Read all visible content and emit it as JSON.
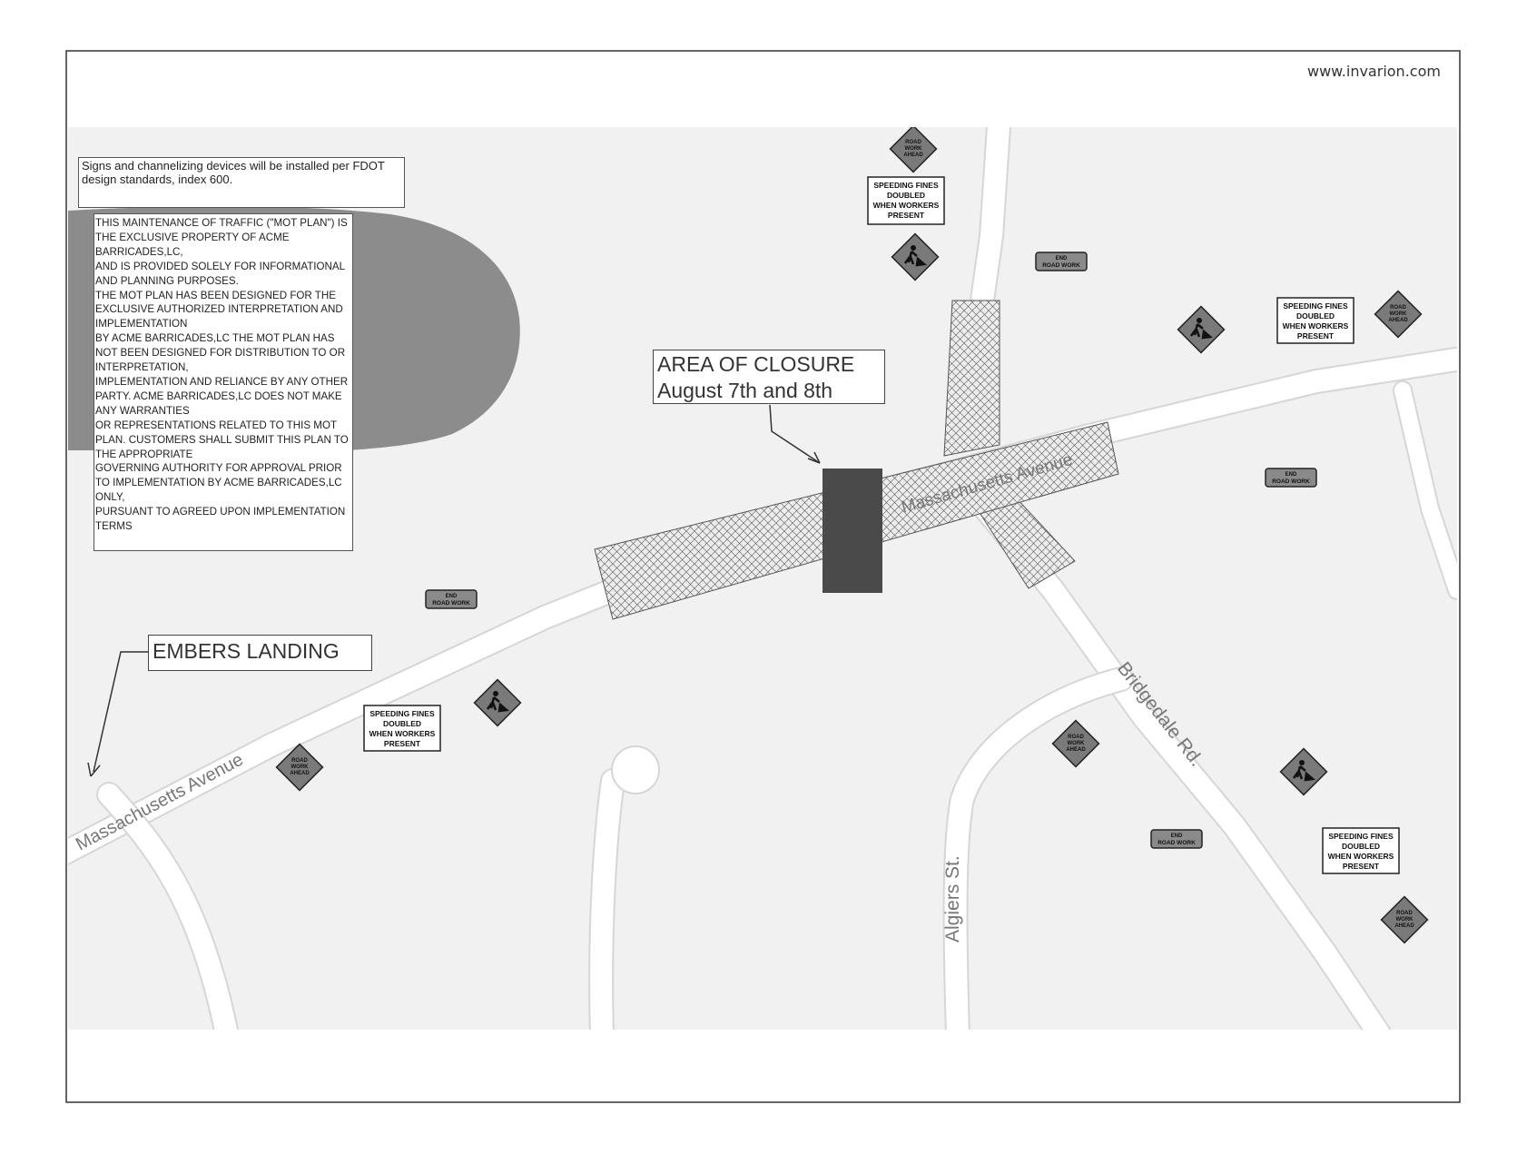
{
  "header": {
    "website": "www.invarion.com"
  },
  "notes": {
    "install_note": "Signs and channelizing devices will be installed per FDOT design standards, index 600.",
    "disclaimer_lines": [
      "THIS MAINTENANCE OF TRAFFIC (\"MOT PLAN\") IS",
      "THE EXCLUSIVE PROPERTY OF ACME",
      "BARRICADES,LC,",
      "AND IS PROVIDED SOLELY FOR INFORMATIONAL",
      "AND PLANNING PURPOSES.",
      "THE MOT PLAN HAS BEEN DESIGNED FOR THE",
      "EXCLUSIVE AUTHORIZED INTERPRETATION AND",
      "IMPLEMENTATION",
      "BY ACME BARRICADES,LC THE MOT PLAN HAS",
      "NOT BEEN DESIGNED FOR DISTRIBUTION TO OR",
      "INTERPRETATION,",
      "IMPLEMENTATION AND RELIANCE BY ANY OTHER",
      "PARTY. ACME BARRICADES,LC DOES NOT MAKE",
      "ANY WARRANTIES",
      "OR REPRESENTATIONS RELATED TO THIS MOT",
      "PLAN. CUSTOMERS SHALL SUBMIT THIS PLAN TO",
      "THE APPROPRIATE",
      "GOVERNING AUTHORITY FOR APPROVAL PRIOR",
      "TO IMPLEMENTATION BY ACME BARRICADES,LC",
      "ONLY,",
      "PURSUANT TO AGREED UPON IMPLEMENTATION",
      "TERMS"
    ]
  },
  "callouts": {
    "closure_title": "AREA OF CLOSURE",
    "closure_dates": "August 7th and 8th",
    "embers": "EMBERS LANDING"
  },
  "streets": {
    "massachusetts": "Massachusetts Avenue",
    "bridgedale": "Bridgedale Rd.",
    "algiers": "Algiers St."
  },
  "sign_texts": {
    "road_work_ahead": [
      "ROAD",
      "WORK",
      "AHEAD"
    ],
    "end_road_work": [
      "END",
      "ROAD WORK"
    ],
    "speeding_fines": [
      "SPEEDING FINES",
      "DOUBLED",
      "WHEN WORKERS",
      "PRESENT"
    ]
  },
  "colors": {
    "map_bg": "#f1f1f1",
    "road": "#ffffff",
    "water": "#8c8c8c",
    "closure_block": "#4a4a4a",
    "diamond_sign": "#7a7a7a",
    "end_sign": "#8a8a8a"
  }
}
